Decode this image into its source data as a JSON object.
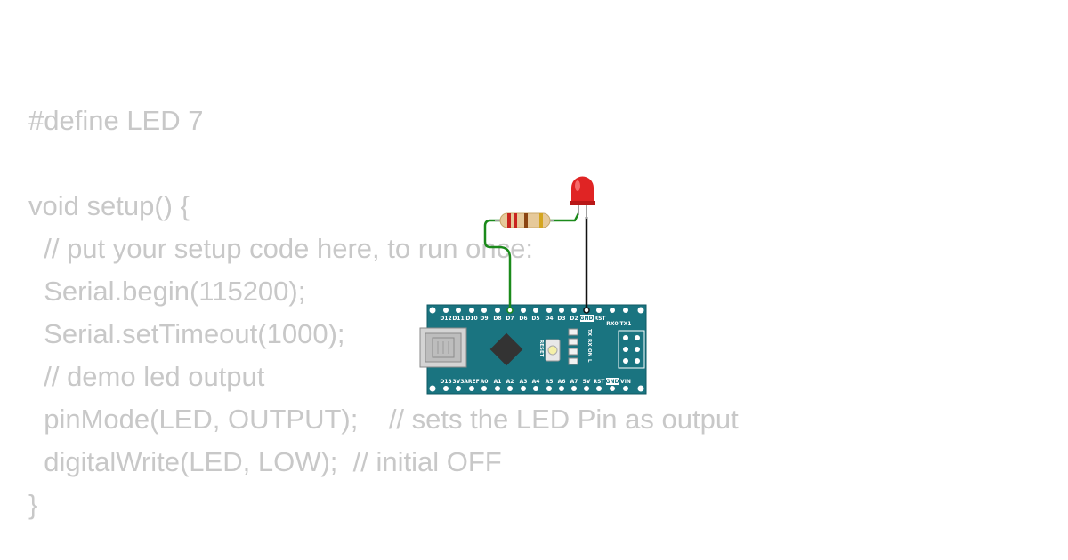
{
  "code": {
    "lines": [
      "#define LED 7",
      "",
      "void setup() {",
      "  // put your setup code here, to run once:",
      "  Serial.begin(115200);",
      "  Serial.setTimeout(1000);",
      "  // demo led output",
      "  pinMode(LED, OUTPUT);    // sets the LED Pin as output",
      "  digitalWrite(LED, LOW);  // initial OFF",
      "}"
    ]
  },
  "board": {
    "top_pins": [
      "D12",
      "D11",
      "D10",
      "D9",
      "D8",
      "D7",
      "D6",
      "D5",
      "D4",
      "D3",
      "D2",
      "GND",
      "RST"
    ],
    "serial_pins": [
      "RX0",
      "TX1"
    ],
    "bottom_pins": [
      "D13",
      "3V3",
      "AREF",
      "A0",
      "A1",
      "A2",
      "A3",
      "A4",
      "A5",
      "A6",
      "A7",
      "5V",
      "RST",
      "GND",
      "VIN"
    ],
    "reset_label": "RESET",
    "led_labels": [
      "TX",
      "RX",
      "ON",
      "L"
    ]
  },
  "colors": {
    "code_text": "#c8c8c8",
    "board": "#1a7480",
    "wire_green": "#1b8a1b",
    "wire_black": "#111111",
    "led_red": "#e02424"
  }
}
